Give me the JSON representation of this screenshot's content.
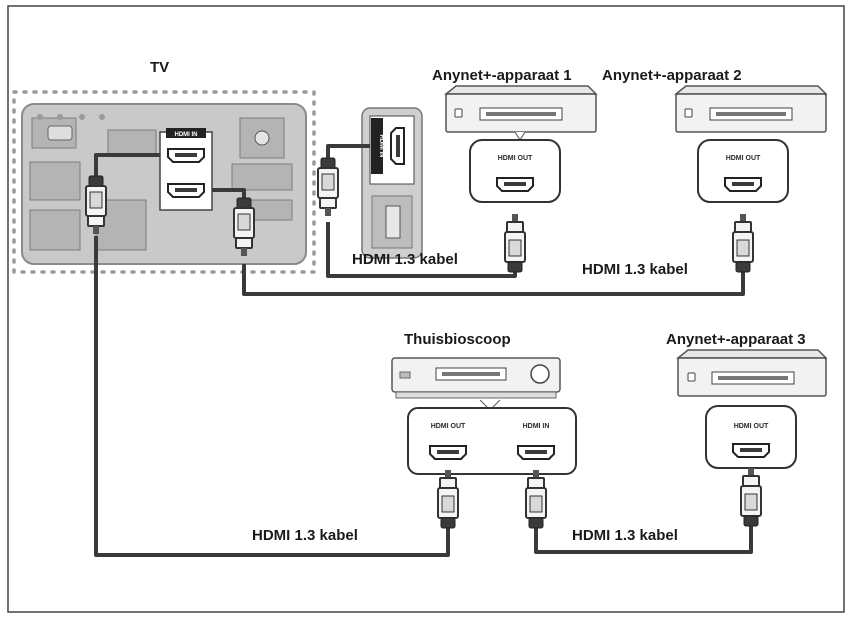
{
  "labels": {
    "tv": "TV",
    "device1": "Anynet+-apparaat 1",
    "device2": "Anynet+-apparaat 2",
    "device3": "Anynet+-apparaat 3",
    "home_theater": "Thuisbioscoop",
    "cable_top_1": "HDMI 1.3 kabel",
    "cable_top_2": "HDMI 1.3 kabel",
    "cable_bottom_1": "HDMI 1.3 kabel",
    "cable_bottom_2": "HDMI 1.3 kabel"
  },
  "port_labels": {
    "hdmi_out_1": "HDMI OUT",
    "hdmi_out_2": "HDMI OUT",
    "hdmi_out_3": "HDMI OUT",
    "ht_hdmi_out": "HDMI OUT",
    "ht_hdmi_in": "HDMI IN",
    "tv_hdmi_panel": "HDMI IN",
    "tv_side_panel": "HDMI IN"
  },
  "icons": {
    "plug": "hdmi-plug-icon",
    "port": "hdmi-port-icon",
    "device": "media-player-icon"
  },
  "colors": {
    "line": "#3a3a3a",
    "panel": "#c8c8c8",
    "device": "#f2f2f2",
    "border": "#555555"
  }
}
